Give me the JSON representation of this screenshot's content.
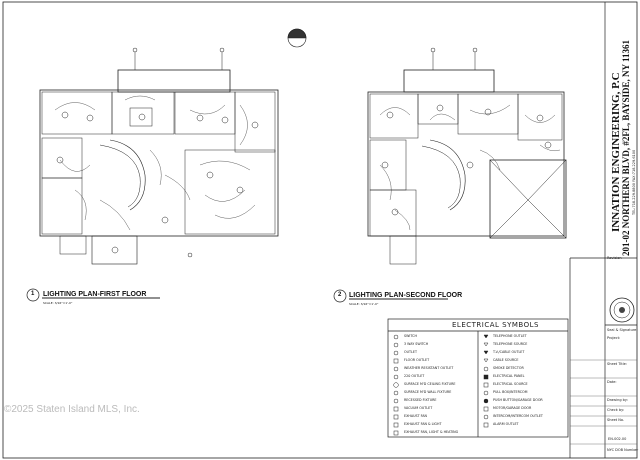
{
  "plans": {
    "first": {
      "number": "1",
      "title": "LIGHTING PLAN-FIRST FLOOR",
      "scale": "SCALE: 3/16\"=1'-0\""
    },
    "second": {
      "number": "2",
      "title": "LIGHTING PLAN-SECOND FLOOR",
      "scale": "SCALE: 3/16\"=1'-0\""
    }
  },
  "legend": {
    "title": "ELECTRICAL SYMBOLS",
    "left": [
      "SWITCH",
      "3 WAY SWITCH",
      "OUTLET",
      "FLOOR OUTLET",
      "WEATHER RESISTANT OUTLET",
      "220 OUTLET",
      "SURFACE M'D CEILING FIXTURE",
      "SURFACE M'D WALL FIXTURE",
      "RECESSED FIXTURE",
      "VACUUM OUTLET",
      "EXHAUST FAN",
      "EXHAUST FAN & LIGHT",
      "EXHAUST FAN, LIGHT & HEATING"
    ],
    "right": [
      "TELEPHONE OUTLET",
      "TELEPHONE SOURCE",
      "T.V./CABLE OUTLET",
      "CABLE SOURCE",
      "SMOKE DETECTOR",
      "ELECTRICAL PANEL",
      "ELECTRICAL SOURCE",
      "PULL BOX/INTERCOM",
      "PUSH BUTTON/GARAGE DOOR",
      "MOTOR/GARAGE DOOR",
      "INTERCOM/INTERCOM OUTLET",
      "ALARM OUTLET"
    ]
  },
  "title_block": {
    "firm": "INNATION ENGINEERING, P.C",
    "address": "201-02 NORTHERN BLVD, #2FL, BAYSIDE, NY 11361",
    "phone": "TEL:718.229.8800  FAX:718.229.6100",
    "fields": [
      "Seal & Signature:",
      "Project:",
      "Sheet Title:",
      "Date:",
      "Drawing by:",
      "Check by:",
      "Sheet No.",
      "NYC DOB Number"
    ],
    "sheet_no": "EN-002.00",
    "revision_label": "Revision"
  },
  "watermark": "©2025 Staten Island MLS, Inc."
}
